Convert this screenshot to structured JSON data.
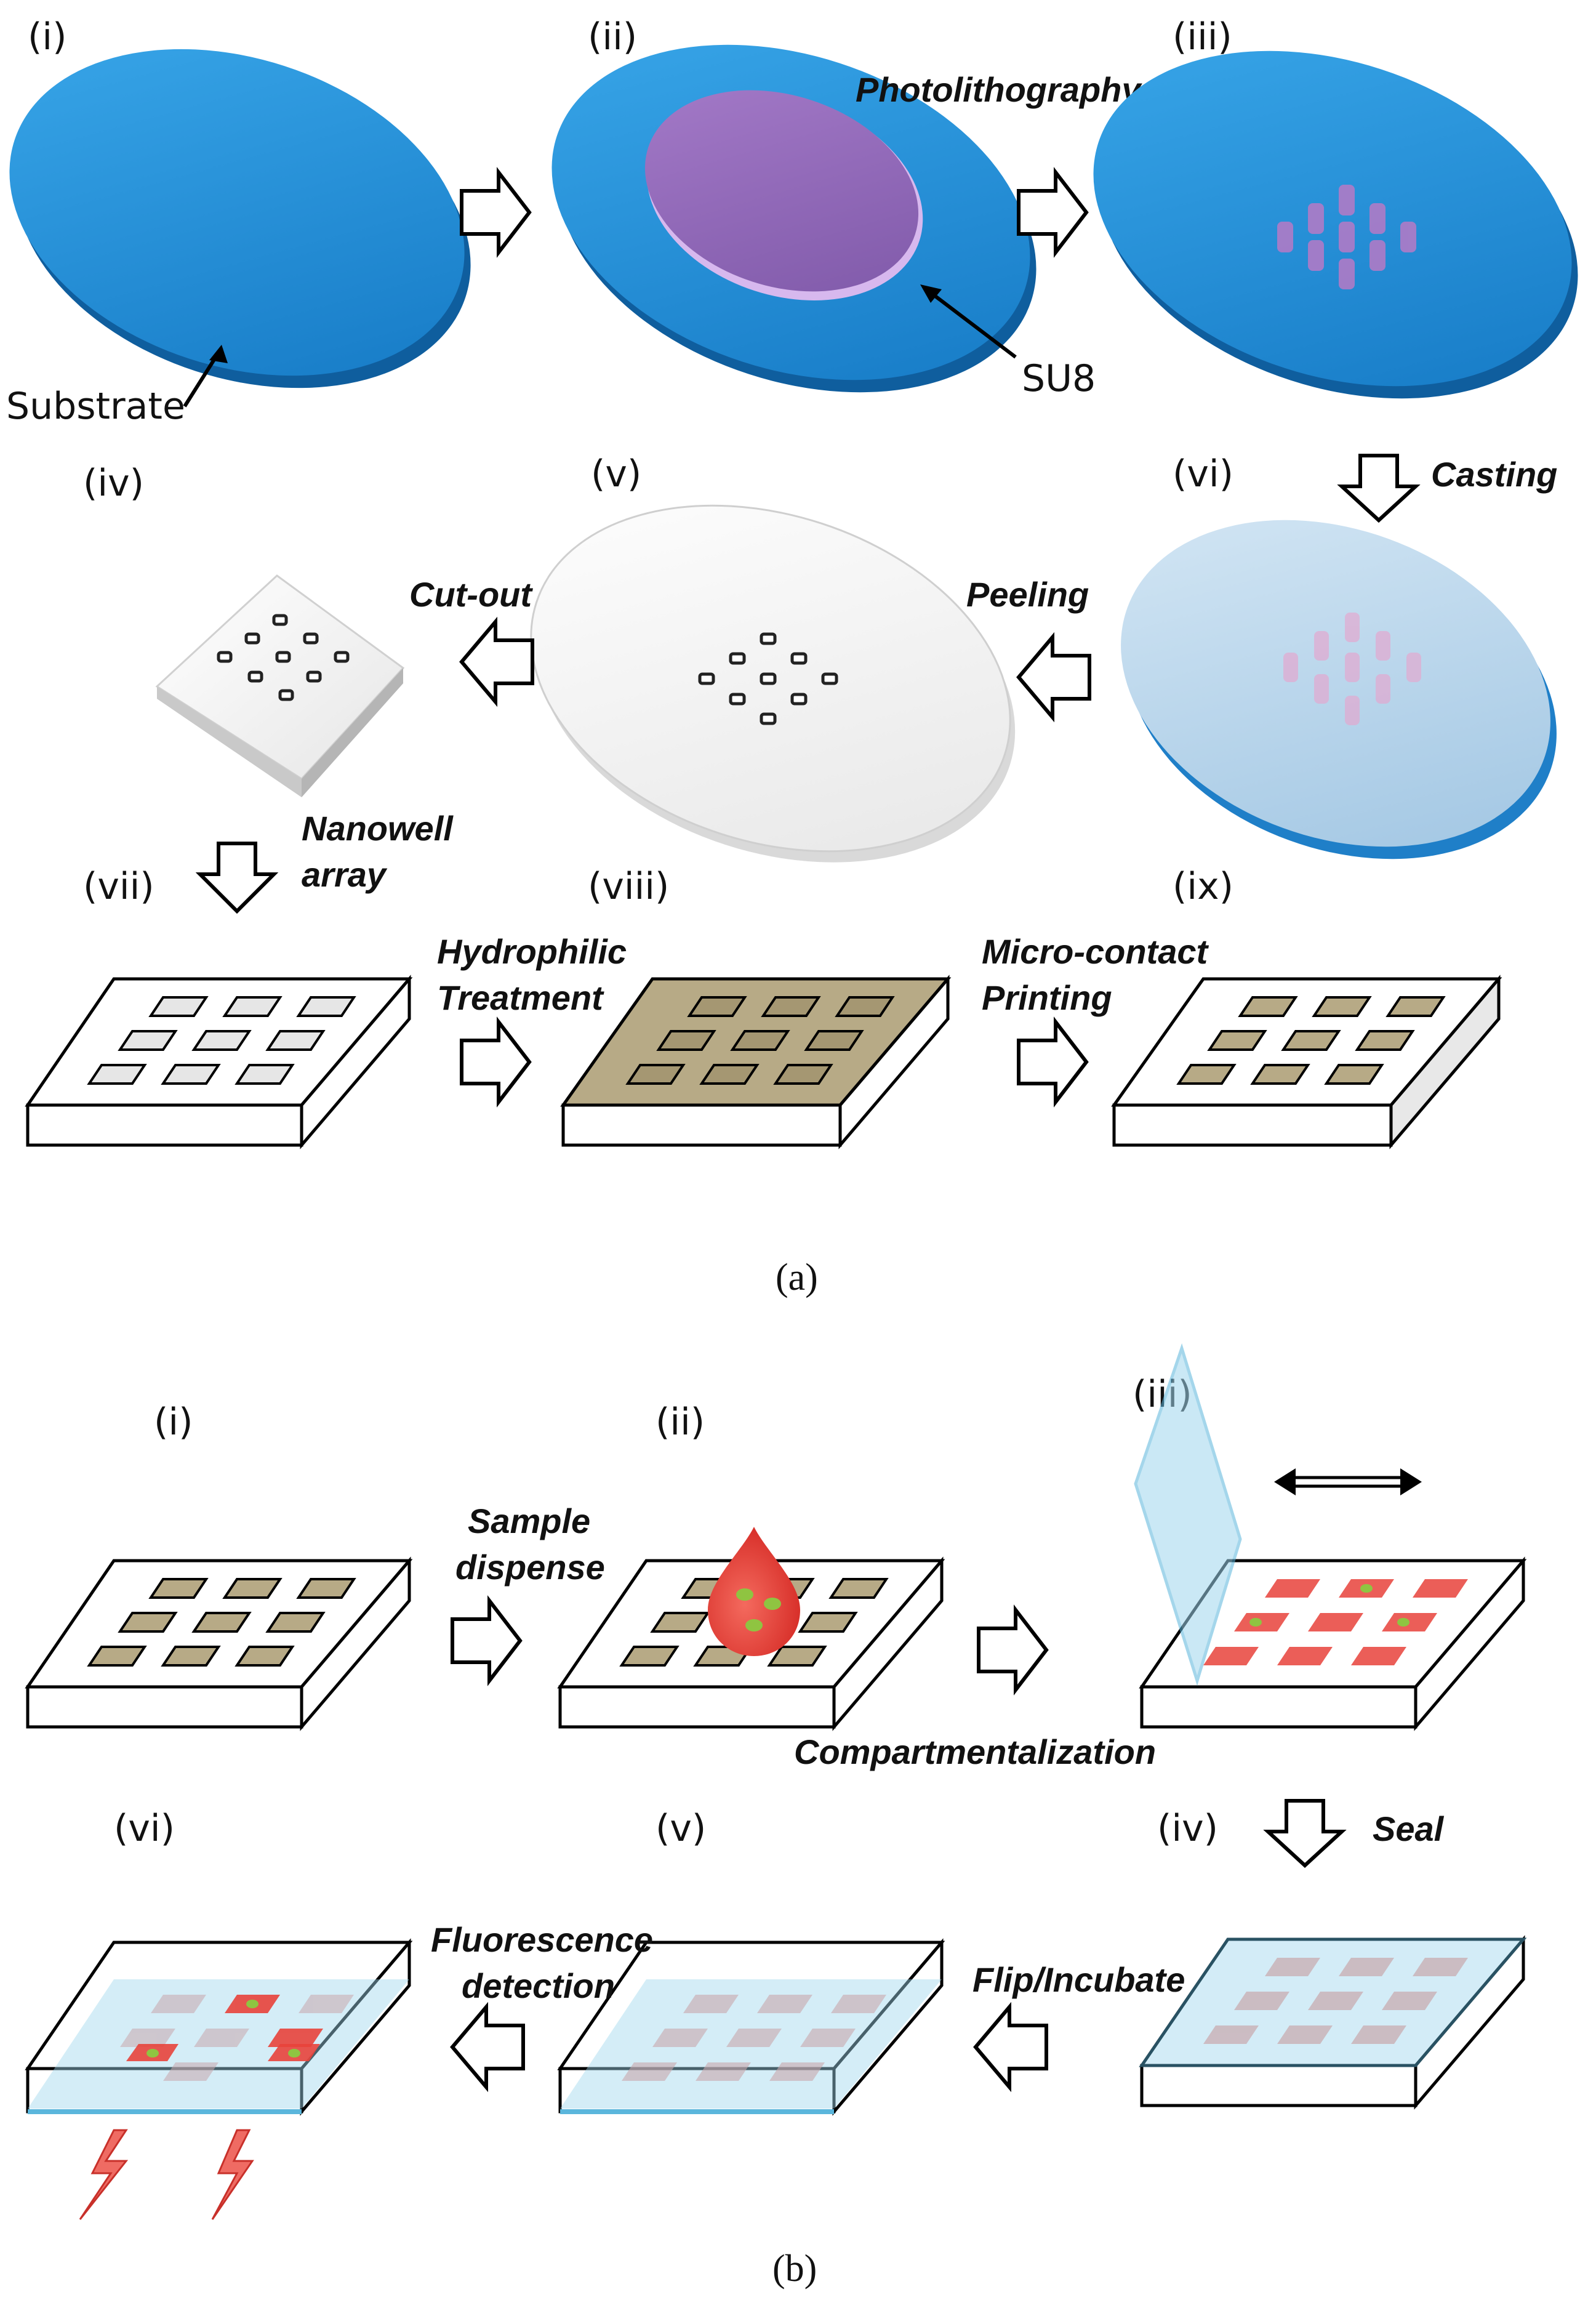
{
  "colors": {
    "substrate": "#1d8fd6",
    "su8": "#9b6fc2",
    "pdms": "#b8d8ee",
    "well_treated": "#b7aa86",
    "red": "#e8433b",
    "green": "#8fc441",
    "glass": "#9fd6ee"
  },
  "panel_a": {
    "caption": "(a)",
    "labels": [
      "(i)",
      "(ii)",
      "(iii)",
      "(iv)",
      "(v)",
      "(vi)",
      "(vii)",
      "(viii)",
      "(ix)"
    ],
    "annotations": {
      "substrate": "Substrate",
      "su8": "SU8"
    },
    "steps": {
      "photolithography": "Photolithography",
      "casting": "Casting",
      "peeling": "Peeling",
      "cutout": "Cut-out",
      "nanowell_1": "Nanowell",
      "nanowell_2": "array",
      "hydrophilic_1": "Hydrophilic",
      "hydrophilic_2": "Treatment",
      "microcontact_1": "Micro-contact",
      "microcontact_2": "Printing"
    }
  },
  "panel_b": {
    "caption": "(b)",
    "labels": [
      "(i)",
      "(ii)",
      "(iii)",
      "(iv)",
      "(v)",
      "(vi)"
    ],
    "steps": {
      "sample_1": "Sample",
      "sample_2": "dispense",
      "compartment": "Compartmentalization",
      "seal": "Seal",
      "flip": "Flip/Incubate",
      "fluor_1": "Fluorescence",
      "fluor_2": "detection"
    }
  }
}
